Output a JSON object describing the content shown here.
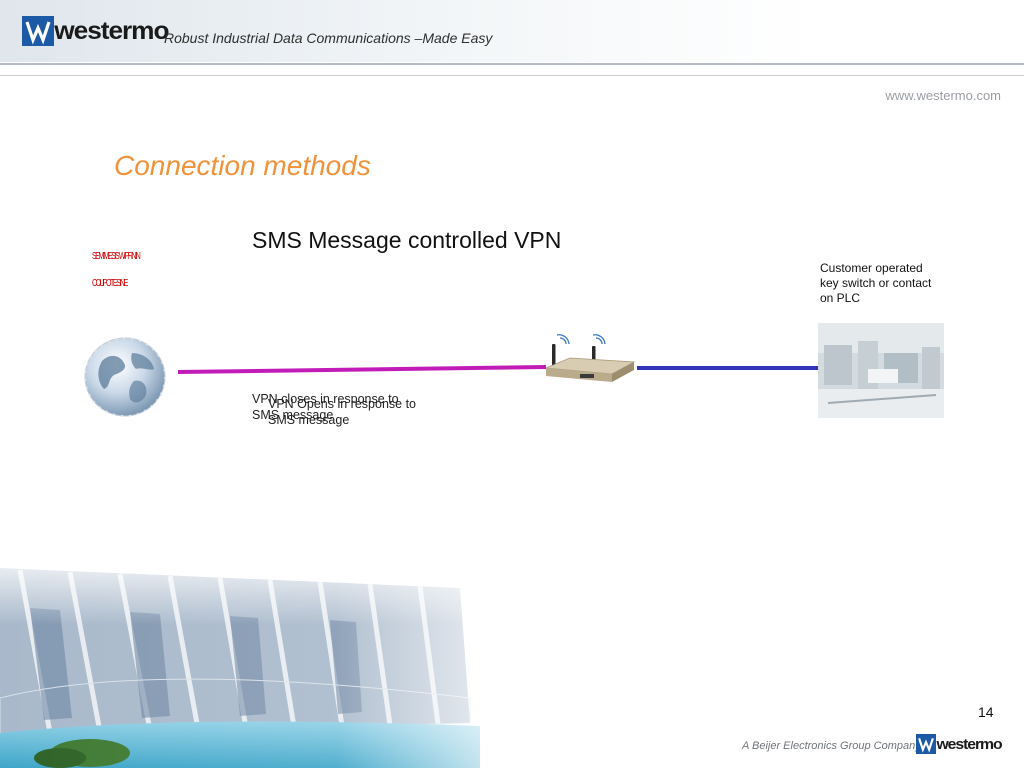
{
  "header": {
    "brand": "westermo",
    "tagline": "Robust Industrial Data Communications –Made Easy",
    "website": "www.westermo.com",
    "logo_icon": "westermo-w-logo-icon"
  },
  "slide": {
    "title": "Connection methods",
    "subtitle": "SMS Message controlled VPN",
    "garbled_line1": "SEMIMESIS WIPRNIN",
    "garbled_line2": "COLIPOTESINE",
    "customer_note": "Customer operated key switch or contact on PLC",
    "vpn_closes": "VPN closes in response to\nSMS message",
    "vpn_opens": "VPN Opens in response to\nSMS message",
    "page_number": "14"
  },
  "footer": {
    "company": "A Beijer Electronics Group Company",
    "brand": "westermo"
  },
  "colors": {
    "title_orange": "#f0923a",
    "magenta_link": "#c21cb8",
    "blue_link": "#3333bb",
    "brand_blue": "#1c5aa6"
  },
  "icons": {
    "globe": "globe-icon",
    "router": "router-icon",
    "factory": "factory-image",
    "dam": "dam-image"
  }
}
